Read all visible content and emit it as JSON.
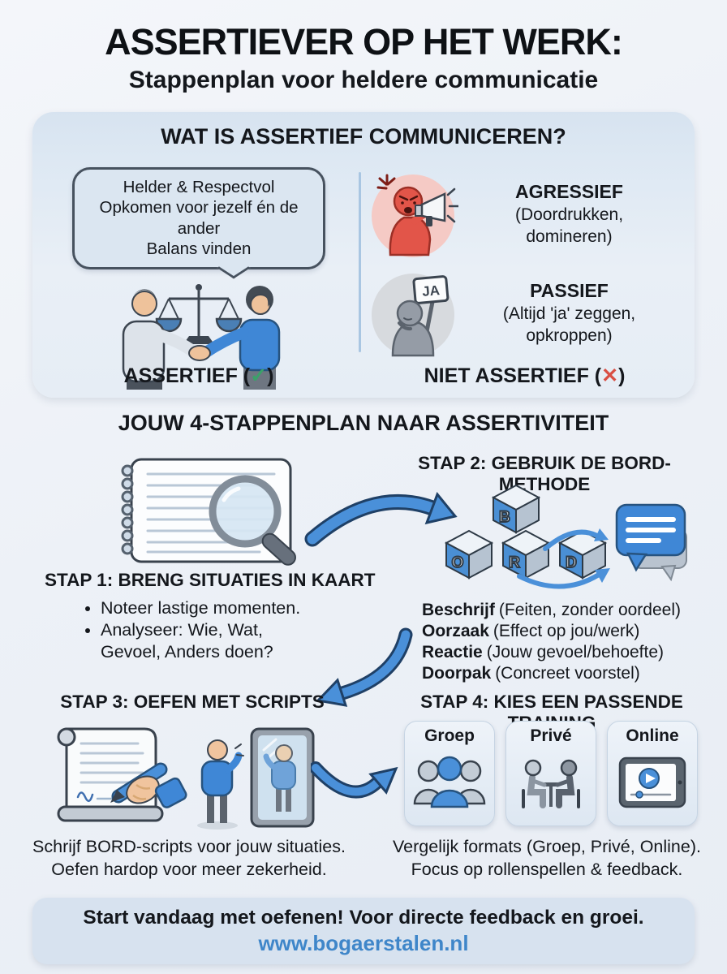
{
  "header": {
    "title": "ASSERTIEVER OP HET WERK:",
    "subtitle": "Stappenplan voor heldere communicatie"
  },
  "intro": {
    "heading": "WAT IS ASSERTIEF COMMUNICEREN?",
    "bubble": "Helder & Respectvol\nOpkomen voor jezelf én de ander\nBalans vinden",
    "assertief_prefix": "ASSERTIEF (",
    "assertief_check": "✓",
    "assertief_close": ")",
    "agressief_title": "AGRESSIEF",
    "agressief_desc": "(Doordrukken,\ndomineren)",
    "ja_sign": "JA",
    "passief_title": "PASSIEF",
    "passief_desc": "(Altijd 'ja' zeggen,\nopkroppen)",
    "niet_prefix": "NIET ASSERTIEF (",
    "niet_cross": "✕",
    "niet_close": ")"
  },
  "plan": {
    "heading": "JOUW 4-STAPPENPLAN NAAR ASSERTIVITEIT",
    "step1": {
      "title": "STAP 1: BRENG SITUATIES IN KAART",
      "bullet1": "Noteer lastige momenten.",
      "bullet2": "Analyseer: Wie, Wat,\nGevoel, Anders doen?"
    },
    "step2": {
      "title": "STAP 2: GEBRUIK DE BORD-METHODE",
      "cube_top": "B",
      "cube_1": "O",
      "cube_2": "R",
      "cube_3": "D",
      "items": [
        {
          "term": "Beschrijf",
          "desc": "(Feiten, zonder oordeel)"
        },
        {
          "term": "Oorzaak",
          "desc": "(Effect op jou/werk)"
        },
        {
          "term": "Reactie",
          "desc": "(Jouw gevoel/behoefte)"
        },
        {
          "term": "Doorpak",
          "desc": "(Concreet voorstel)"
        }
      ]
    },
    "step3": {
      "title": "STAP 3: OEFEN MET SCRIPTS",
      "caption": "Schrijf BORD-scripts voor jouw situaties.\nOefen hardop voor meer zekerheid."
    },
    "step4": {
      "title": "STAP 4: KIES EEN PASSENDE TRAINING",
      "cards": [
        {
          "label": "Groep"
        },
        {
          "label": "Privé"
        },
        {
          "label": "Online"
        }
      ],
      "caption": "Vergelijk formats (Groep, Privé, Online).\nFocus op rollenspellen & feedback."
    }
  },
  "footer": {
    "text": "Start vandaag met oefenen! Voor directe feedback en groei.",
    "link": "www.bogaerstalen.nl"
  },
  "colors": {
    "accent": "#4a90d9",
    "check_green": "#3aa169",
    "cross_red": "#d94f44"
  }
}
